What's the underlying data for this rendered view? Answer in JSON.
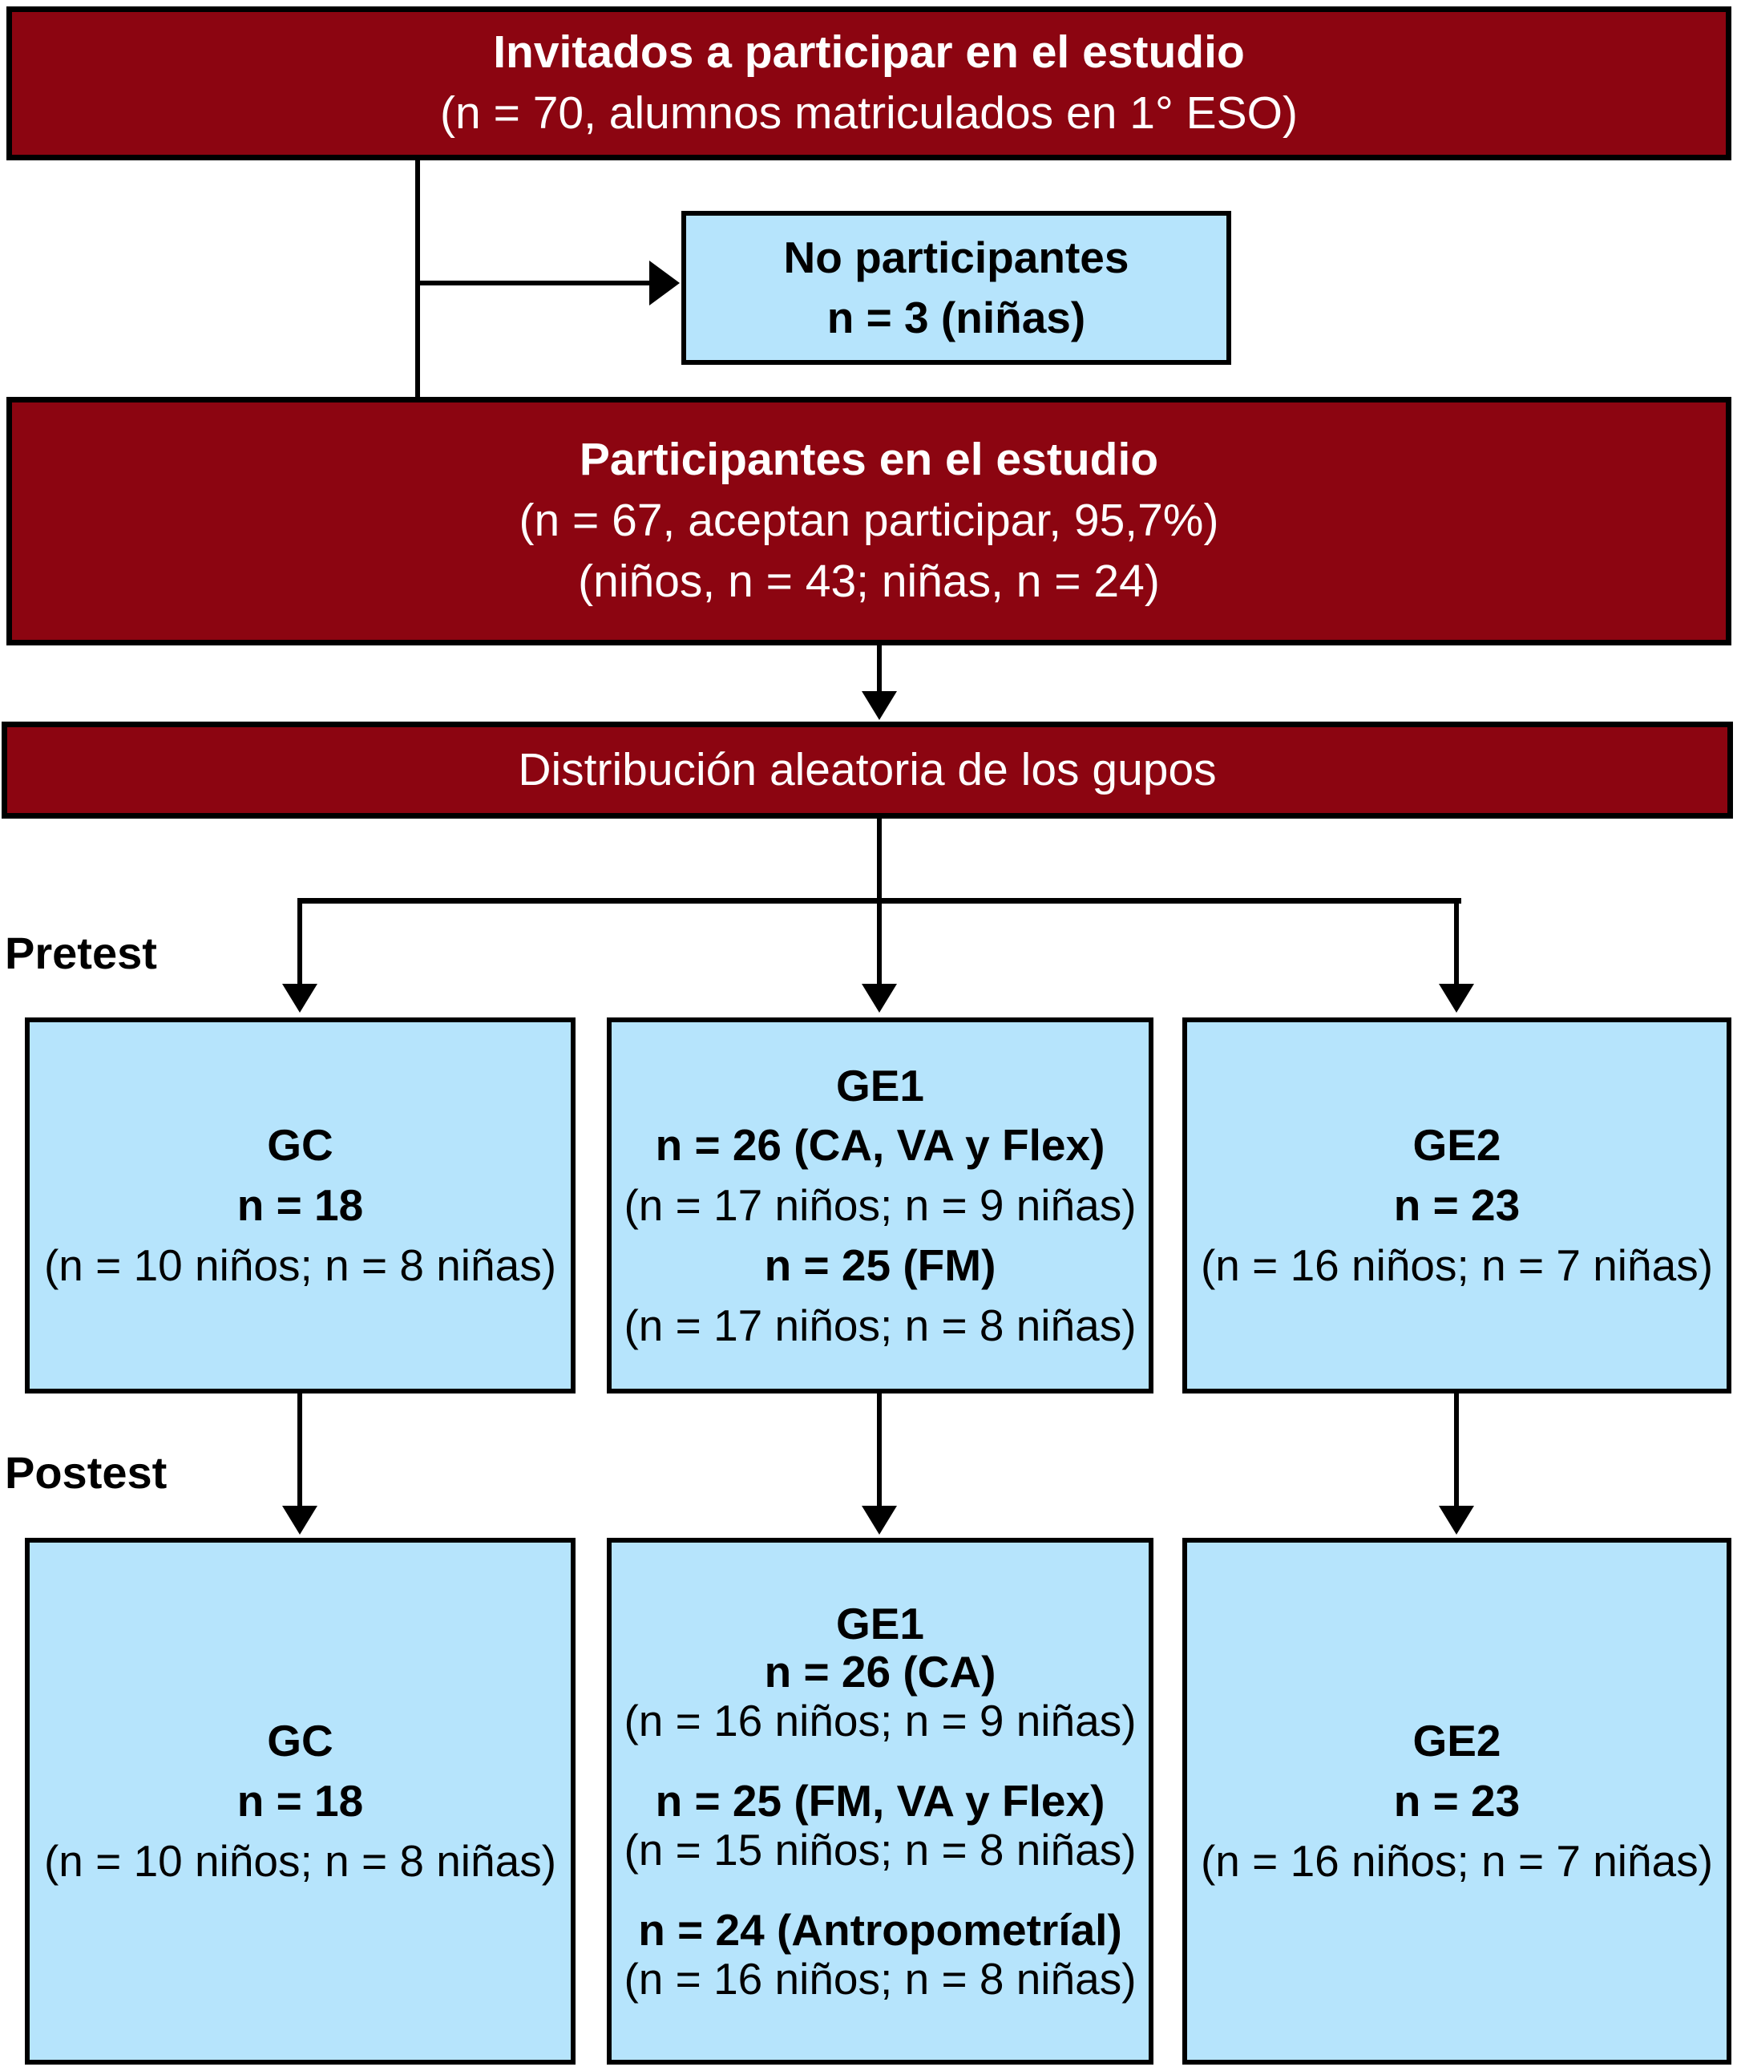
{
  "colors": {
    "dark_red": "#8C0511",
    "light_blue": "#B6E4FC",
    "line": "#000000",
    "text_on_red": "#FFFFFF",
    "text_on_blue": "#000000"
  },
  "boxes": {
    "invited": {
      "line1": "Invitados a participar en el estudio",
      "line2": "(n = 70, alumnos matriculados en 1° ESO)"
    },
    "non_participants": {
      "line1": "No participantes",
      "line2": "n = 3 (niñas)"
    },
    "participants": {
      "line1": "Participantes en el estudio",
      "line2": "(n = 67, aceptan participar, 95,7%)",
      "line3": "(niños, n = 43; niñas, n = 24)"
    },
    "randomization": {
      "line1": "Distribución aleatoria de los gupos"
    }
  },
  "labels": {
    "pretest": "Pretest",
    "postest": "Postest"
  },
  "pretest": {
    "gc": {
      "title": "GC",
      "n": "n = 18",
      "detail": "(n = 10 niños; n = 8 niñas)"
    },
    "ge1": {
      "title": "GE1",
      "n1": "n = 26 (CA, VA y Flex)",
      "detail1": "(n = 17 niños; n = 9 niñas)",
      "n2": "n = 25 (FM)",
      "detail2": "(n = 17 niños; n = 8 niñas)"
    },
    "ge2": {
      "title": "GE2",
      "n": "n = 23",
      "detail": "(n = 16 niños; n = 7 niñas)"
    }
  },
  "postest": {
    "gc": {
      "title": "GC",
      "n": "n = 18",
      "detail": "(n = 10 niños; n = 8 niñas)"
    },
    "ge1": {
      "title": "GE1",
      "n1": "n = 26 (CA)",
      "detail1": "(n = 16 niños; n = 9 niñas)",
      "n2": "n = 25 (FM, VA y Flex)",
      "detail2": "(n = 15 niños; n = 8 niñas)",
      "n3": "n = 24 (Antropometríal)",
      "detail3": "(n = 16 niños; n = 8 niñas)"
    },
    "ge2": {
      "title": "GE2",
      "n": "n = 23",
      "detail": "(n = 16 niños; n = 7 niñas)"
    }
  }
}
